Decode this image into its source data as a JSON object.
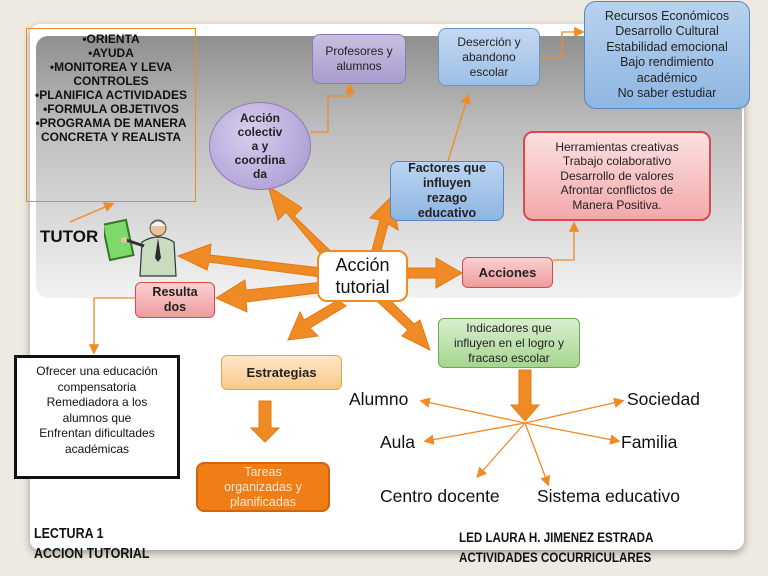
{
  "center_label": "Acción\ntutorial",
  "tutor_label": "TUTOR",
  "orienta_box": "•ORIENTA\n•AYUDA\n•MONITOREA Y LEVA CONTROLES\n•PLANIFICA ACTIVIDADES\n•FORMULA OBJETIVOS\n•PROGRAMA DE MANERA\nCONCRETA Y REALISTA",
  "profesores_box": "Profesores y\nalumnos",
  "desercion_box": "Deserción y\nabandono\nescolar",
  "recursos_box": "Recursos Económicos\nDesarrollo Cultural\nEstabilidad emocional\nBajo rendimiento\nacadémico\nNo saber estudiar",
  "accion_colectiva": "Acción\ncolectiv\na y\ncoordina\nda",
  "factores_box": "Factores que\ninfluyen\nrezago\neducativo",
  "herramientas_box": "Herramientas creativas\nTrabajo colaborativo\nDesarrollo de valores\nAfrontar conflictos de\nManera Positiva.",
  "acciones_box": "Acciones",
  "resultados_box": "Resulta\ndos",
  "indicadores_box": "Indicadores que\ninfluyen en el logro y\nfracaso escolar",
  "ofrecer_box": "Ofrecer una educación\ncompensatoria\nRemediadora a los\nalumnos que\nEnfrentan dificultades\nacadémicas",
  "estrategias_box": "Estrategias",
  "tareas_box": "Tareas\norganizadas y\nplanificadas",
  "factors_words": {
    "alumno": "Alumno",
    "sociedad": "Sociedad",
    "aula": "Aula",
    "familia": "Familia",
    "centro": "Centro docente",
    "sistema": "Sistema educativo"
  },
  "footer_left": "LECTURA 1\nACCION TUTORIAL",
  "footer_right": "LED LAURA H. JIMENEZ ESTRADA\nACTIVIDADES COCURRICULARES",
  "colors": {
    "arrow_orange": "#f08a24",
    "purple_box": "#a99ccf",
    "blue_box": "#8eb6e2",
    "red_box": "#ee9c9e",
    "green_box": "#a6d68f",
    "orange_box": "#f07d16"
  }
}
